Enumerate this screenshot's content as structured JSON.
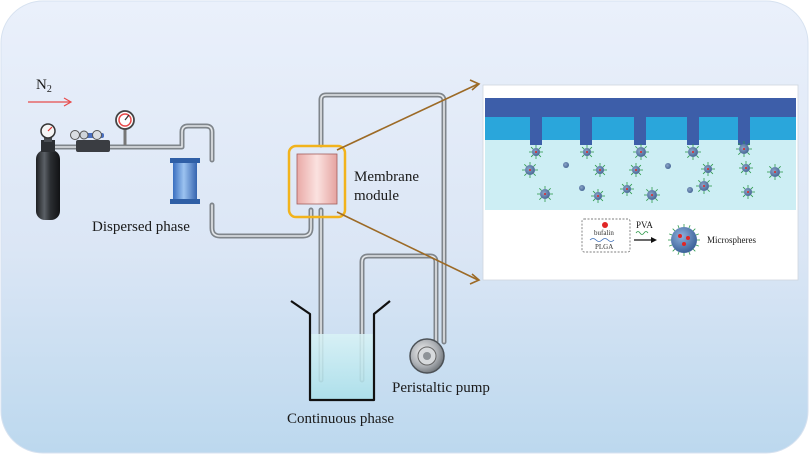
{
  "labels": {
    "gas": "N",
    "gas_subscript": "2",
    "dispersed_phase": "Dispersed phase",
    "membrane_module_line1": "Membrane",
    "membrane_module_line2": "module",
    "continuous_phase": "Continuous phase",
    "peristaltic_pump": "Peristaltic pump"
  },
  "inset": {
    "drug": "bufalin",
    "polymer": "PLGA",
    "stabilizer": "PVA",
    "product": "Microspheres"
  },
  "colors": {
    "background_top": "#e7eefa",
    "background_bottom": "#c2dcef",
    "tube": "#8f959b",
    "module_frame": "#f2b31c",
    "module_body": "#f3c7c4",
    "zoom_line": "#9c6a26",
    "membrane_dark": "#3d5ea9",
    "membrane_light": "#2aa6db",
    "droplet": "#4d6e9e",
    "gas_arrow": "#e84b4b",
    "water": "#b8e7ef"
  },
  "icons": {
    "cylinder": "gas-cylinder-icon",
    "gauge": "pressure-gauge-icon",
    "pump": "pump-icon"
  }
}
